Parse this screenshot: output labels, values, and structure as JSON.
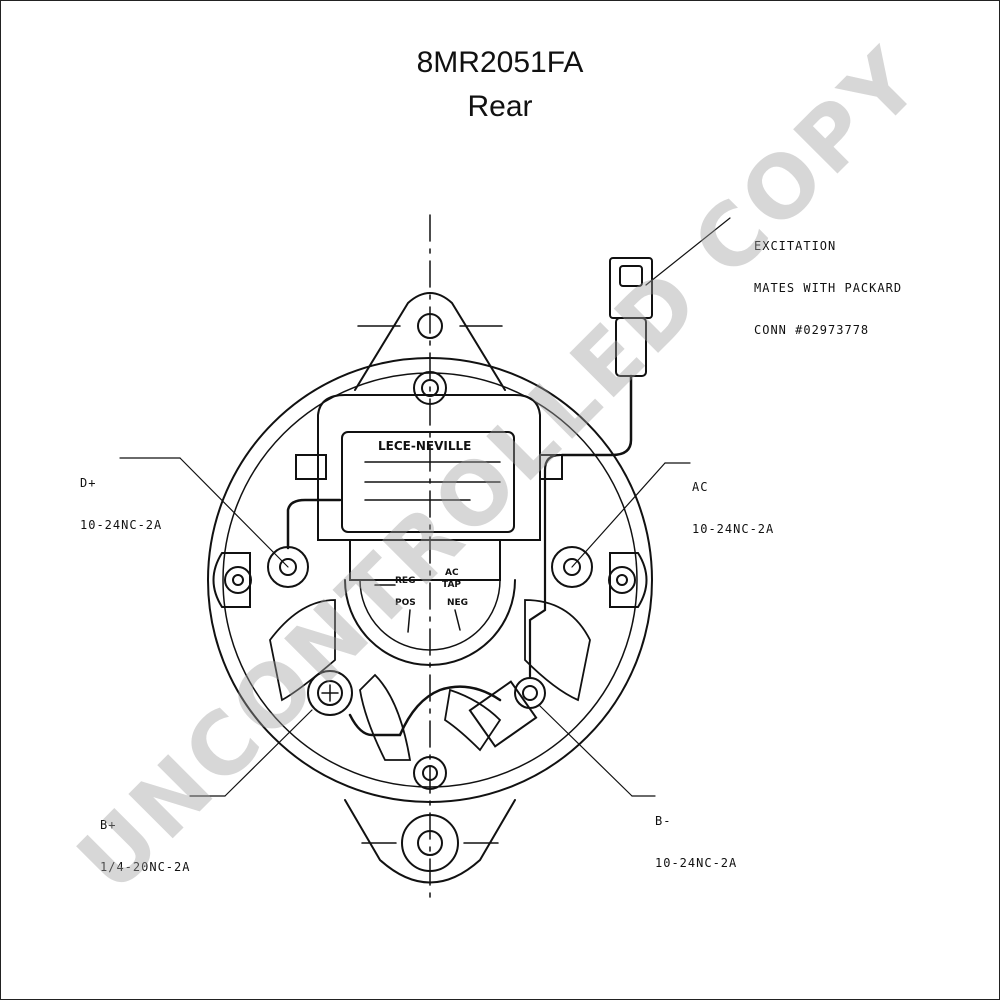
{
  "header": {
    "title": "8MR2051FA",
    "subtitle": "Rear"
  },
  "callouts": {
    "excitation": {
      "line1": "EXCITATION",
      "line2": "MATES WITH PACKARD",
      "line3": "CONN #02973778"
    },
    "d_plus": {
      "line1": "D+",
      "line2": "10-24NC-2A"
    },
    "ac": {
      "line1": "AC",
      "line2": "10-24NC-2A"
    },
    "b_plus": {
      "line1": "B+",
      "line2": "1/4-20NC-2A"
    },
    "b_minus": {
      "line1": "B-",
      "line2": "10-24NC-2A"
    }
  },
  "regulator": {
    "brand": "LECE-NEVILLE",
    "terminal_reg": "REG",
    "terminal_ac": "AC",
    "terminal_tap": "TAP",
    "terminal_pos": "POS",
    "terminal_neg": "NEG"
  },
  "watermark": "UNCONTROLLED COPY",
  "colors": {
    "line": "#111111",
    "watermark": "#a0a0a0"
  }
}
